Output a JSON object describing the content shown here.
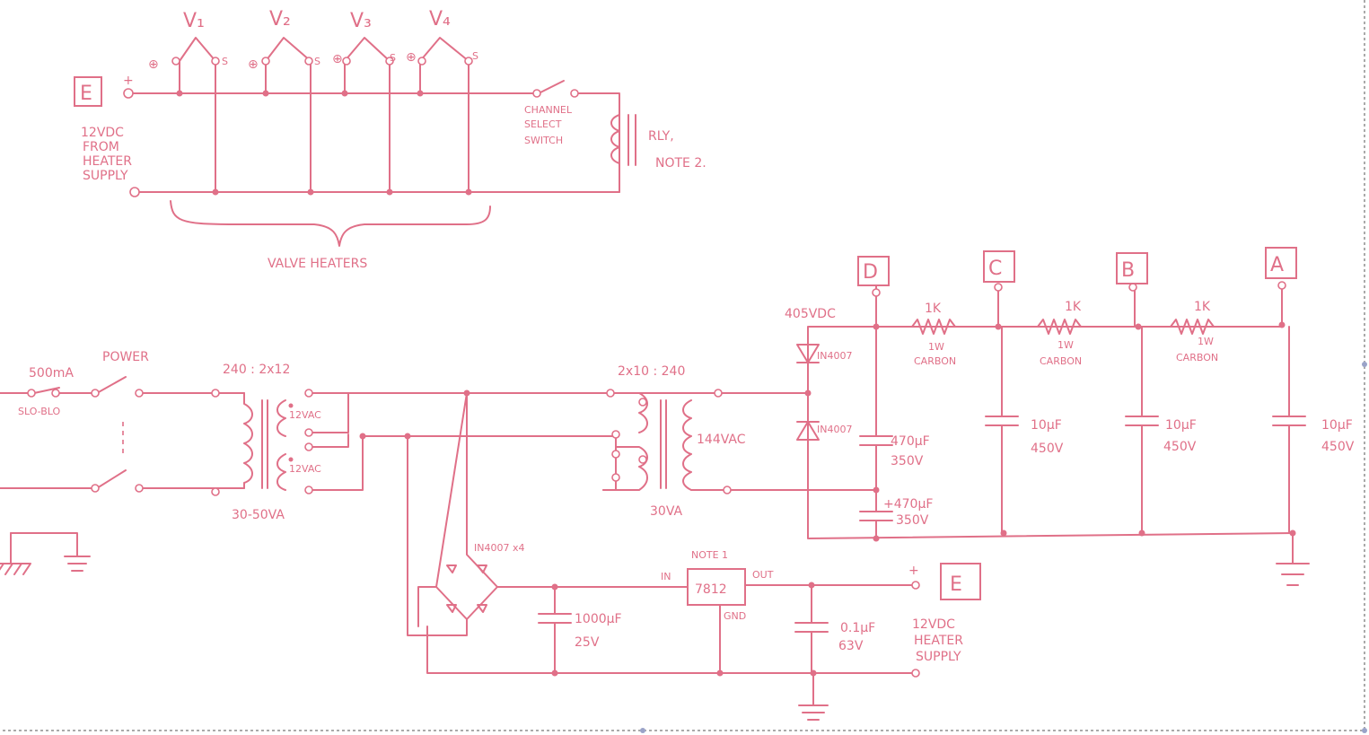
{
  "labels": {
    "v1": "V₁",
    "v2": "V₂",
    "v3": "V₃",
    "v4": "V₄",
    "plus": "⊕",
    "s": "S",
    "e_in": "E",
    "plus_sign": "+",
    "heater_in_1": "12VDC",
    "heater_in_2": "FROM",
    "heater_in_3": "HEATER",
    "heater_in_4": "SUPPLY",
    "channel_1": "CHANNEL",
    "channel_2": "SELECT",
    "channel_3": "SWITCH",
    "rly_1": "RLY,",
    "rly_2": "NOTE 2.",
    "valve_heaters": "VALVE HEATERS",
    "node_d": "D",
    "node_c": "C",
    "node_b": "B",
    "node_a": "A",
    "v405": "405VDC",
    "r1_val": "1K",
    "r1_type_1": "1W",
    "r1_type_2": "CARBON",
    "r2_val": "1K",
    "r2_type_1": "1W",
    "r2_type_2": "CARBON",
    "r3_val": "1K",
    "r3_type_1": "1W",
    "r3_type_2": "CARBON",
    "diode_1": "IN4007",
    "diode_2": "IN4007",
    "cap_470_1_val": "470µF",
    "cap_470_1_v": "350V",
    "cap_470_2_val": "+470µF",
    "cap_470_2_v": "350V",
    "cap_c_val": "10µF",
    "cap_c_v": "450V",
    "cap_b_val": "10µF",
    "cap_b_v": "450V",
    "cap_a_val": "10µF",
    "cap_a_v": "450V",
    "fuse_rating": "500mA",
    "fuse_type": "SLO-BLO",
    "power": "POWER",
    "t1_ratio": "240 : 2x12",
    "t1_s1": "12VAC",
    "t1_s2": "12VAC",
    "t1_va": "30-50VA",
    "t2_ratio": "2x10 : 240",
    "t2_out": "144VAC",
    "t2_va": "30VA",
    "bridge": "IN4007 x4",
    "note1": "NOTE 1",
    "reg": "7812",
    "reg_in": "IN",
    "reg_out": "OUT",
    "reg_gnd": "GND",
    "c1000_val": "1000µF",
    "c1000_v": "25V",
    "c01_val": "0.1µF",
    "c01_v": "63V",
    "e_out": "E",
    "heater_out_1": "12VDC",
    "heater_out_2": "HEATER",
    "heater_out_3": "SUPPLY"
  },
  "colors": {
    "ink": "#e07088",
    "frame": "#555555"
  }
}
